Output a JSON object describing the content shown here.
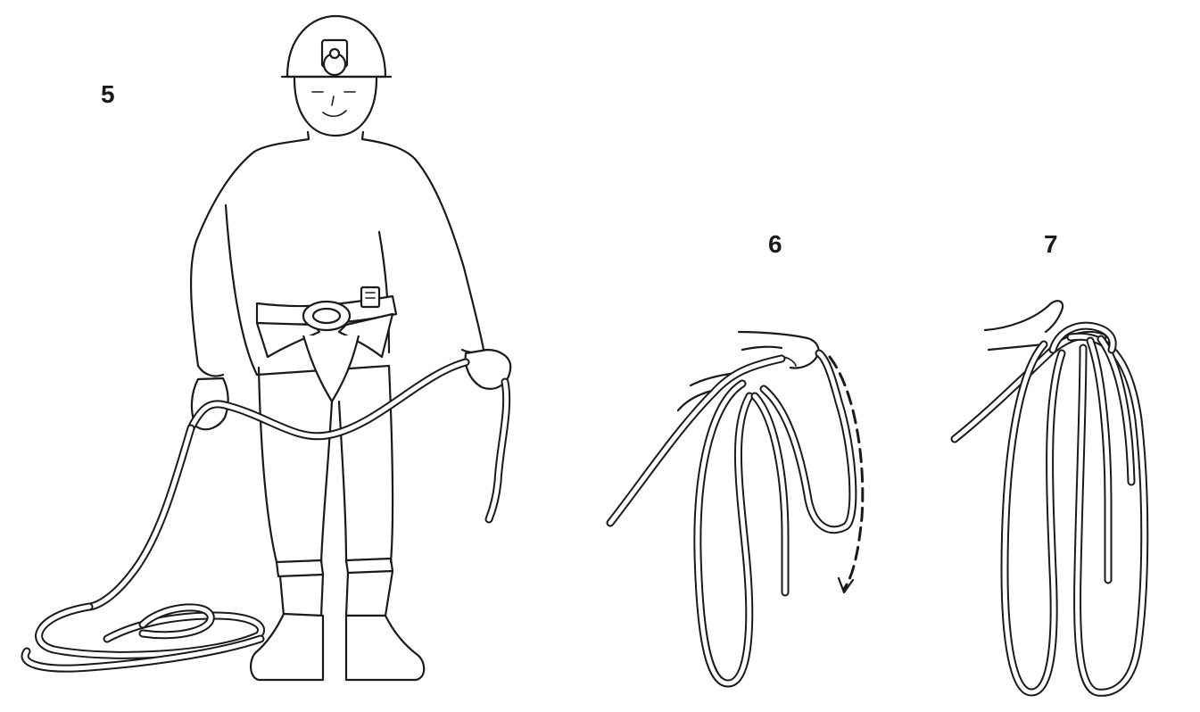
{
  "steps": [
    {
      "label": "5"
    },
    {
      "label": "6"
    },
    {
      "label": "7"
    }
  ],
  "colors": {
    "ink": "#1a1a1a",
    "background": "#ffffff"
  }
}
